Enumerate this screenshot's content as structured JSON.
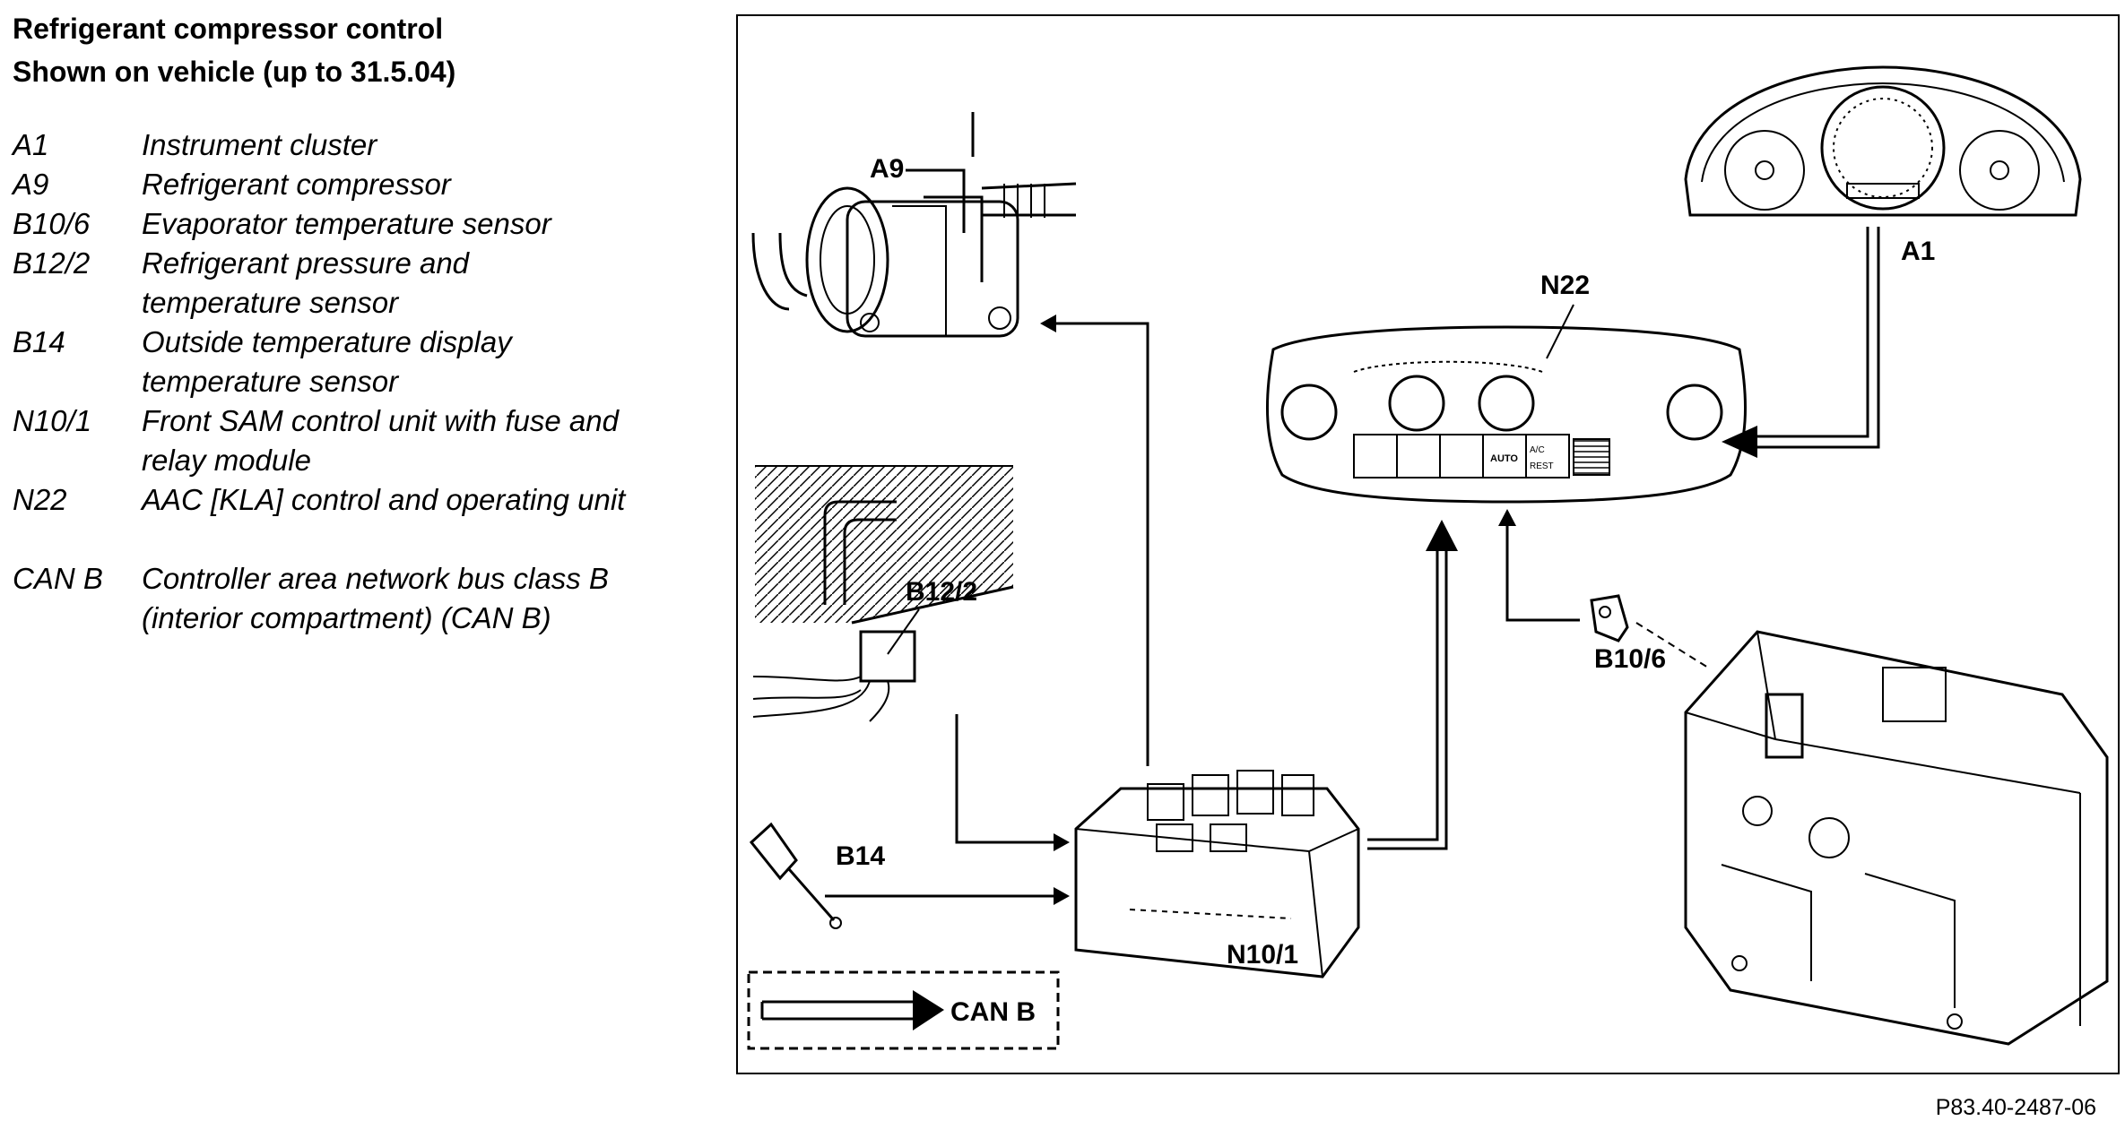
{
  "title": {
    "line1": "Refrigerant compressor control",
    "line2": "Shown on vehicle (up to 31.5.04)"
  },
  "legend": [
    {
      "code": "A1",
      "desc": "Instrument cluster"
    },
    {
      "code": "A9",
      "desc": "Refrigerant compressor"
    },
    {
      "code": "B10/6",
      "desc": "Evaporator temperature sensor"
    },
    {
      "code": "B12/2",
      "desc": "Refrigerant pressure and temperature sensor"
    },
    {
      "code": "B14",
      "desc": "Outside temperature display temperature sensor"
    },
    {
      "code": "N10/1",
      "desc": "Front SAM control unit with fuse and relay module"
    },
    {
      "code": "N22",
      "desc": "AAC [KLA] control and operating unit"
    }
  ],
  "can_legend": {
    "code": "CAN B",
    "desc": "Controller area network bus class B (interior compartment) (CAN B)"
  },
  "diagram": {
    "labels": {
      "a9": "A9",
      "a1": "A1",
      "n22": "N22",
      "b12_2": "B12/2",
      "b10_6": "B10/6",
      "b14": "B14",
      "n10_1": "N10/1",
      "can_b": "CAN B"
    },
    "panel_buttons": {
      "auto": "AUTO",
      "ac": "A/C",
      "rest": "REST"
    }
  },
  "doc_ref": "P83.40-2487-06"
}
